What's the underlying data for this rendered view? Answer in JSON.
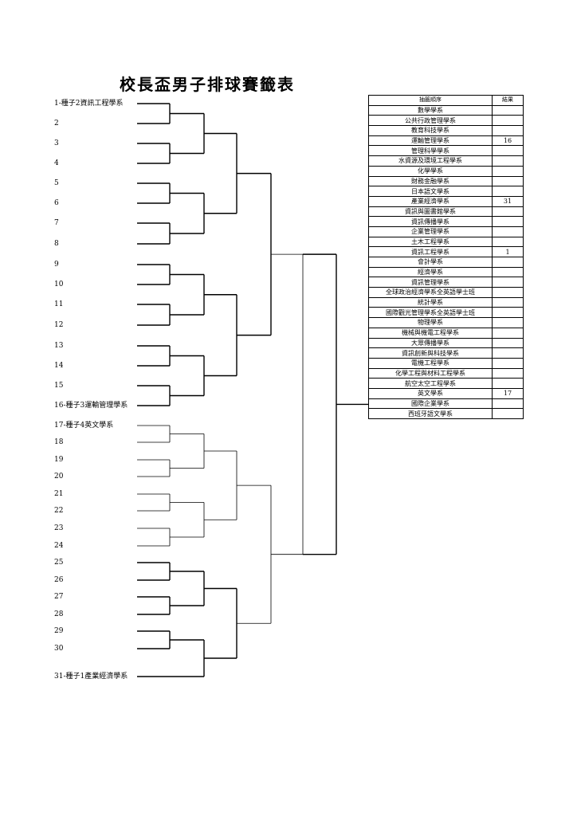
{
  "title": "校長盃男子排球賽籤表",
  "slots": [
    "1-種子2資訊工程學系",
    "2",
    "3",
    "4",
    "5",
    "6",
    "7",
    "8",
    "9",
    "10",
    "11",
    "12",
    "13",
    "14",
    "15",
    "16-種子3運輸管理學系",
    "17-種子4英文學系",
    "18",
    "19",
    "20",
    "21",
    "22",
    "23",
    "24",
    "25",
    "26",
    "27",
    "28",
    "29",
    "30",
    "31-種子1產業經濟學系"
  ],
  "draw_table": {
    "headers": [
      "抽籤順序",
      "結果"
    ],
    "rows": [
      {
        "dept": "數學學系",
        "result": ""
      },
      {
        "dept": "公共行政管理學系",
        "result": ""
      },
      {
        "dept": "教育科技學系",
        "result": ""
      },
      {
        "dept": "運輸管理學系",
        "result": "16"
      },
      {
        "dept": "管理科學學系",
        "result": ""
      },
      {
        "dept": "水資源及環境工程學系",
        "result": ""
      },
      {
        "dept": "化學學系",
        "result": ""
      },
      {
        "dept": "財務金融學系",
        "result": ""
      },
      {
        "dept": "日本語文學系",
        "result": ""
      },
      {
        "dept": "產業經濟學系",
        "result": "31"
      },
      {
        "dept": "資訊與圖書館學系",
        "result": ""
      },
      {
        "dept": "資訊傳播學系",
        "result": ""
      },
      {
        "dept": "企業管理學系",
        "result": ""
      },
      {
        "dept": "土木工程學系",
        "result": ""
      },
      {
        "dept": "資訊工程學系",
        "result": "1"
      },
      {
        "dept": "會計學系",
        "result": ""
      },
      {
        "dept": "經濟學系",
        "result": ""
      },
      {
        "dept": "資訊管理學系",
        "result": ""
      },
      {
        "dept": "全球政治經濟學系全英語學士班",
        "result": ""
      },
      {
        "dept": "統計學系",
        "result": ""
      },
      {
        "dept": "國際觀光管理學系全英語學士班",
        "result": ""
      },
      {
        "dept": "物理學系",
        "result": ""
      },
      {
        "dept": "機械與機電工程學系",
        "result": ""
      },
      {
        "dept": "大眾傳播學系",
        "result": ""
      },
      {
        "dept": "資訊創新與科技學系",
        "result": ""
      },
      {
        "dept": "電機工程學系",
        "result": ""
      },
      {
        "dept": "化學工程與材料工程學系",
        "result": ""
      },
      {
        "dept": "航空太空工程學系",
        "result": ""
      },
      {
        "dept": "英文學系",
        "result": "17"
      },
      {
        "dept": "國際企業學系",
        "result": ""
      },
      {
        "dept": "西班牙語文學系",
        "result": ""
      }
    ]
  }
}
